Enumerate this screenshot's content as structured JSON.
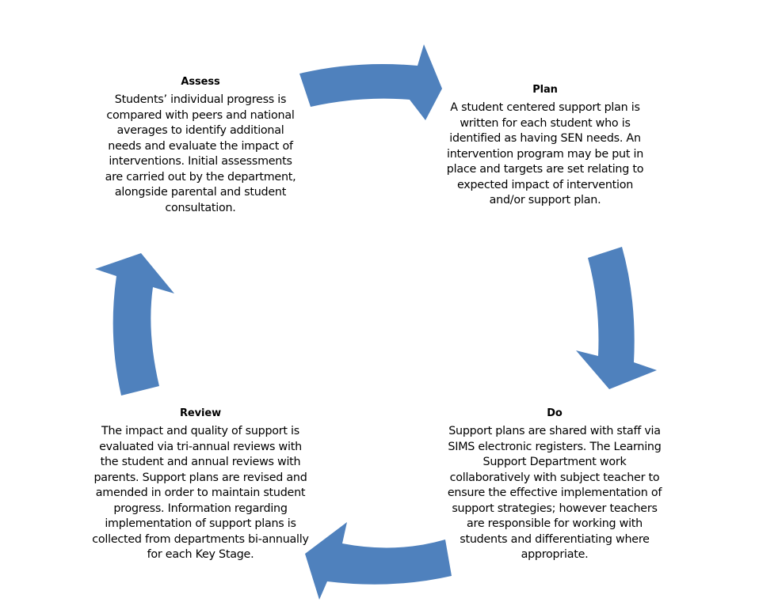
{
  "diagram": {
    "type": "cycle",
    "arrow_color": "#4F81BD",
    "stages": [
      {
        "id": "assess",
        "title": "Assess",
        "text": "Students’ individual progress is compared with peers and national averages to identify additional needs and evaluate the impact of interventions. Initial assessments are carried out by the department, alongside parental and student consultation."
      },
      {
        "id": "plan",
        "title": "Plan",
        "text": "A student centered support plan is written for each student who is identified as having SEN needs. An intervention program may be put in place and targets are set relating to expected impact of intervention and/or support plan."
      },
      {
        "id": "do",
        "title": "Do",
        "text": "Support plans are shared with staff via SIMS electronic registers. The Learning Support Department work collaboratively with subject teacher to ensure the effective implementation of support strategies; however teachers are responsible for working with students and differentiating where appropriate."
      },
      {
        "id": "review",
        "title": "Review",
        "text": "The impact and quality of support is evaluated via tri-annual reviews with the student and annual reviews with parents. Support plans are revised and amended in order to maintain student progress. Information regarding implementation of support plans is collected from departments bi-annually for each Key Stage."
      }
    ],
    "flow": [
      "assess",
      "plan",
      "do",
      "review",
      "assess"
    ]
  }
}
